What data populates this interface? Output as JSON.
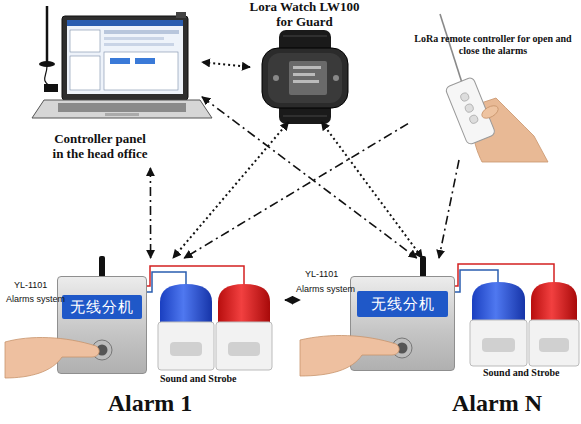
{
  "diagram": {
    "nodes": [
      {
        "text": [
          "Controller panel in the head office"
        ]
      },
      {
        "text": [
          "Lora Watch LW100 for Guard"
        ]
      },
      {
        "text": [
          "LoRa remote controller for open and close the alarms"
        ]
      },
      {
        "text": [
          "Alarm 1"
        ]
      },
      {
        "text": [
          "无线分机"
        ],
        "in": 3
      },
      {
        "text": [
          "Alarm N"
        ]
      },
      {
        "text": [
          "无线分机"
        ],
        "in": 5
      }
    ],
    "edges": [
      {
        "from": 0,
        "to": 3,
        "arrow": "both"
      },
      {
        "from": 0,
        "to": 5,
        "arrow": "both"
      },
      {
        "from": 1,
        "to": 0,
        "arrow": "both"
      },
      {
        "from": 1,
        "to": 3,
        "arrow": "both"
      },
      {
        "from": 1,
        "to": 5,
        "arrow": "both"
      },
      {
        "from": 2,
        "to": 3,
        "arrow": "to"
      },
      {
        "from": 2,
        "to": 5,
        "arrow": "to"
      },
      {
        "from": 3,
        "to": 5,
        "arrow": "both"
      }
    ],
    "labels": [
      "YL-1101",
      "Alarms system",
      "Sound and Strobe",
      "YL-1101",
      "Alarms system",
      "Sound and Strobe"
    ]
  }
}
